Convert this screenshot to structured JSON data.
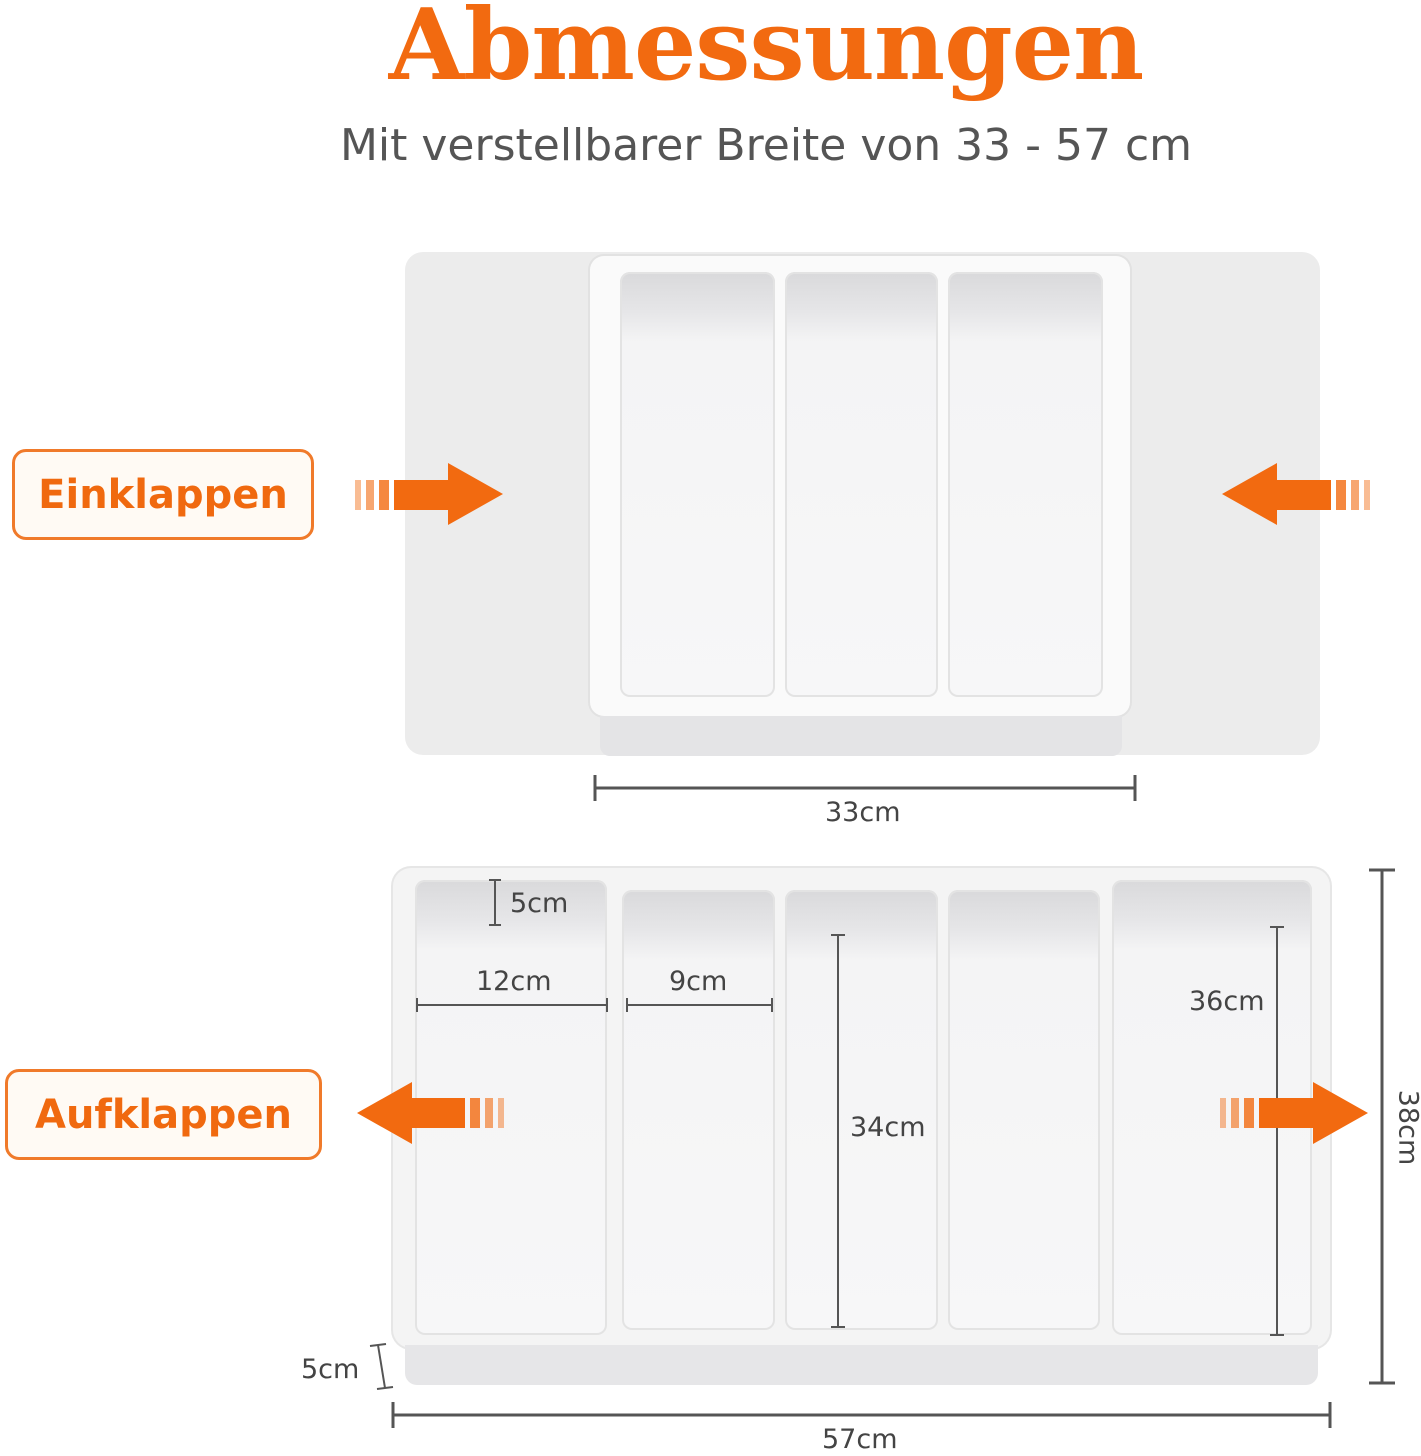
{
  "header": {
    "title": "Abmessungen",
    "subtitle": "Mit verstellbarer Breite von 33 - 57 cm"
  },
  "collapsed": {
    "label": "Einklappen",
    "width_label": "33cm"
  },
  "expanded": {
    "label": "Aufklappen",
    "depth_label": "5cm",
    "side_width_label": "12cm",
    "compartment_width_label": "9cm",
    "inner_length_label": "34cm",
    "side_length_label": "36cm",
    "total_length_label": "38cm",
    "height_label": "5cm",
    "total_width_label": "57cm"
  },
  "colors": {
    "accent": "#f26a10",
    "line": "#555555"
  }
}
